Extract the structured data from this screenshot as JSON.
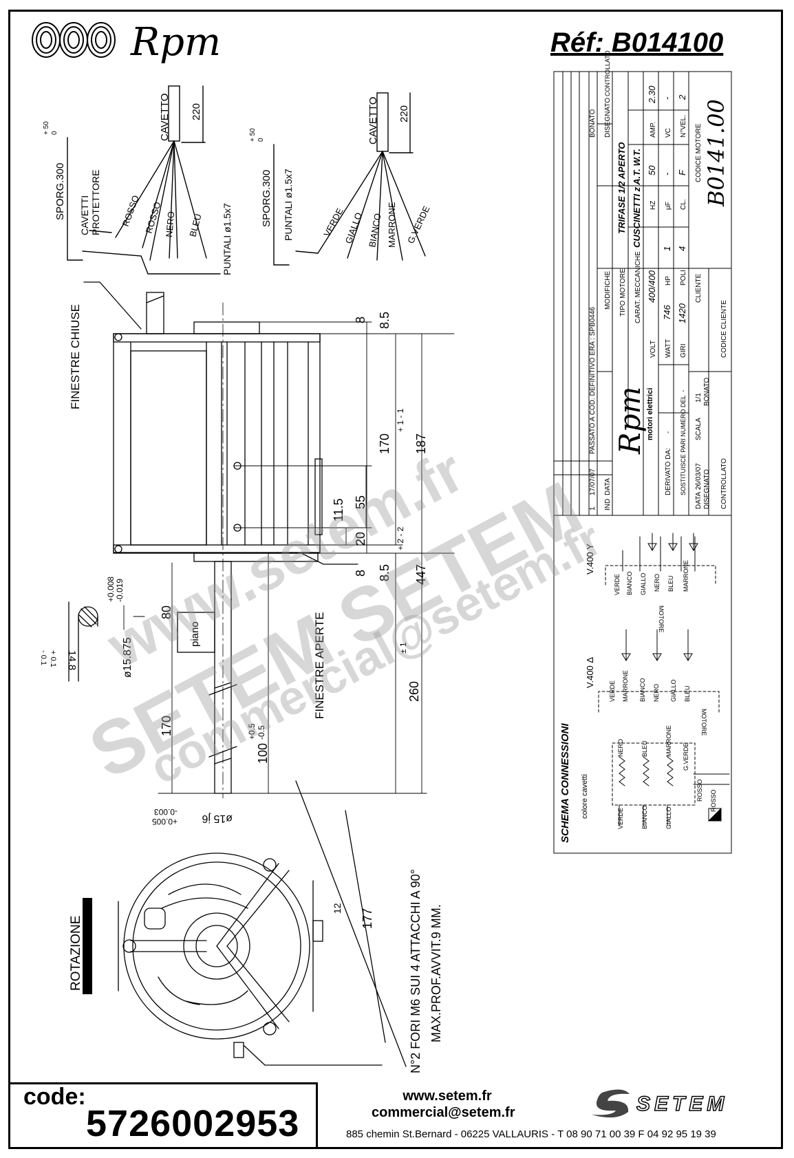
{
  "header": {
    "brand": "Rpm",
    "reference": "Réf:  B014100"
  },
  "wiring_left": {
    "cable": "CAVETTO",
    "length": "220",
    "sporg": "SPORG.300",
    "tol_plus": "+ 50",
    "tol_zero": "0",
    "protector": [
      "CAVETTI",
      "PROTETTORE"
    ],
    "wires": [
      "ROSSO",
      "ROSSO",
      "NERO",
      "BLEU"
    ],
    "terminals": "PUNTALI ø1.5x7"
  },
  "wiring_right": {
    "cable": "CAVETTO",
    "length": "220",
    "sporg": "SPORG.300",
    "tol_plus": "+ 50",
    "tol_zero": "0",
    "wires": [
      "VERDE",
      "GIALLO",
      "BIANCO",
      "MARRONE",
      "G.VERDE"
    ],
    "terminals": "PUNTALI ø1.5x7"
  },
  "side_view": {
    "finestre_chiuse": "FINESTRE CHIUSE",
    "finestre_aperte": "FINESTRE APERTE",
    "dims": {
      "d8a": "8",
      "d85a": "8.5",
      "d170": "170",
      "d187": "187",
      "d187tol": "+ 1 - 1",
      "d55": "55",
      "d115": "11.5",
      "d20": "20",
      "d8b": "8",
      "d85b": "8.5",
      "d447": "447",
      "d447tol": "+ 2 - 2",
      "d260": "260",
      "d260tol": "± 1",
      "d80": "80",
      "d170b": "170",
      "d100": "100",
      "d100tol_p": "+0.5",
      "d100tol_m": "-0.5",
      "shaft": "ø15.875",
      "shaft_tol_p": "+0.008",
      "shaft_tol_m": "-0.019",
      "flat": "14.8",
      "flat_tol_p": "+ 0.1",
      "flat_tol_m": "- 0.1",
      "plano": "piano",
      "shaft2": "ø15 j6",
      "shaft2_tol_p": "+0.005",
      "shaft2_tol_m": "-0.003"
    }
  },
  "front_view": {
    "rotation": "ROTAZIONE",
    "holes": "N°2 FORI M6 SUI 4 ATTACCHI A 90°",
    "depth": "MAX.PROF.AVVIT.9 MM.",
    "d177": "177",
    "d12": "12"
  },
  "title_block": {
    "rev": {
      "n": "1",
      "date": "17/07/07",
      "text": "PASSATO A COD. DEFINITIVO ERA : SPB0446"
    },
    "heads": {
      "ind": "IND",
      "data": "DATA",
      "modifiche": "MODIFICHE"
    },
    "sign": {
      "bonato": "BONATO",
      "disegnato": "DISEGNATO",
      "controllato": "CONTROLLATO"
    },
    "brand": "Rpm",
    "brand_sub": "motori elettrici",
    "tipo_label": "TIPO MOTORE",
    "tipo_value": "TRIFASE 1/2 APERTO",
    "carat_label": "CARAT. MECCANICHE",
    "carat_value": "CUSCINETTI z A.T. W.T.",
    "volt_label": "VOLT",
    "volt": "400/400",
    "hz_label": "HZ",
    "hz": "50",
    "amp_label": "AMP.",
    "amp": "2.30",
    "watt_label": "WATT",
    "watt": "746",
    "hp_label": "HP",
    "hp": "1",
    "uf_label": "µF",
    "uf": "-",
    "vc_label": "VC",
    "vc": "-",
    "giri_label": "GIRI",
    "giri": "1420",
    "poli_label": "POLI",
    "poli": "4",
    "cl_label": "CL.",
    "cl": "F",
    "vel_label": "N°VEL.",
    "vel": "2",
    "derivato": "DERIVATO DA:",
    "derivato_val": "-",
    "sostituisce": "SOSTITUISCE PARI NUMERO DEL",
    "sostituisce_val": "-",
    "data_label": "DATA",
    "data_val": "26/03/07",
    "scala": "SCALA",
    "scala_val": "1/1",
    "disegnato": "DISEGNATO",
    "disegnato_val": "BONATO",
    "controllato": "CONTROLLATO",
    "cliente": "CLIENTE",
    "codice_cliente": "CODICE CLIENTE",
    "codice_motore_label": "CODICE MOTORE",
    "codice_motore": "B0141.00"
  },
  "schema": {
    "title": "SCHEMA CONNESSIONI",
    "colore": "colore cavetti",
    "wye": "V.400 Y",
    "delta": "V.400 Δ",
    "motore": "MOTORE",
    "wires_y": [
      "VERDE",
      "BIANCO",
      "GIALLO",
      "NERO",
      "BLEU",
      "MARRONE"
    ],
    "wires_d": [
      "VERDE",
      "MARRONE",
      "BIANCO",
      "NERO",
      "GIALLO",
      "BLEU"
    ],
    "coil_wires_top": [
      "NERO",
      "BLEU",
      "MARRONE",
      "G.VERDE"
    ],
    "coil_wires_bot": [
      "VERDE",
      "BIANCO",
      "GIALLO"
    ],
    "rosso": [
      "ROSSO",
      "ROSSO"
    ]
  },
  "footer": {
    "code_label": "code:",
    "code": "5726002953",
    "web": "www.setem.fr",
    "mail": "commercial@setem.fr",
    "address": "885 chemin St.Bernard  -  06225 VALLAURIS  -  T 08 90 71 00 39   F 04 92 95 19 39",
    "setem": "SETEM"
  },
  "watermark": {
    "a": "www.setem.fr",
    "b": "SETEM  SETEM",
    "c": "commercial@setem.fr"
  }
}
